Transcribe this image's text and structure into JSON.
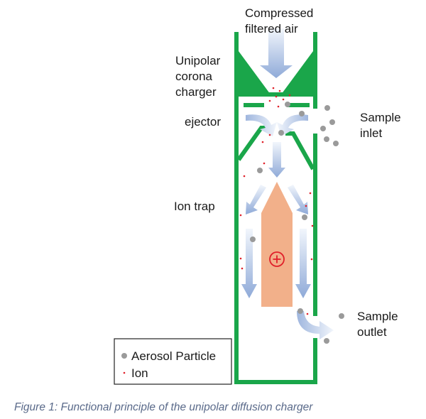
{
  "labels": {
    "compressed_air": [
      "Compressed",
      "filtered air"
    ],
    "charger": [
      "Unipolar",
      "corona",
      "charger"
    ],
    "ejector": "ejector",
    "ion_trap": "Ion trap",
    "sample_inlet": [
      "Sample",
      "inlet"
    ],
    "sample_outlet": [
      "Sample",
      "outlet"
    ]
  },
  "legend": {
    "particle": "Aerosol Particle",
    "ion": "Ion"
  },
  "caption": "Figure 1: Functional principle of the unipolar diffusion charger",
  "colors": {
    "housing": "#1aa64a",
    "electrode": "#f2b08a",
    "arrow_start": "#a9bde0",
    "arrow_end": "#eef3fb",
    "particle": "#9a9a9a",
    "ion": "#e0202a",
    "caption": "#5a6a8a"
  }
}
